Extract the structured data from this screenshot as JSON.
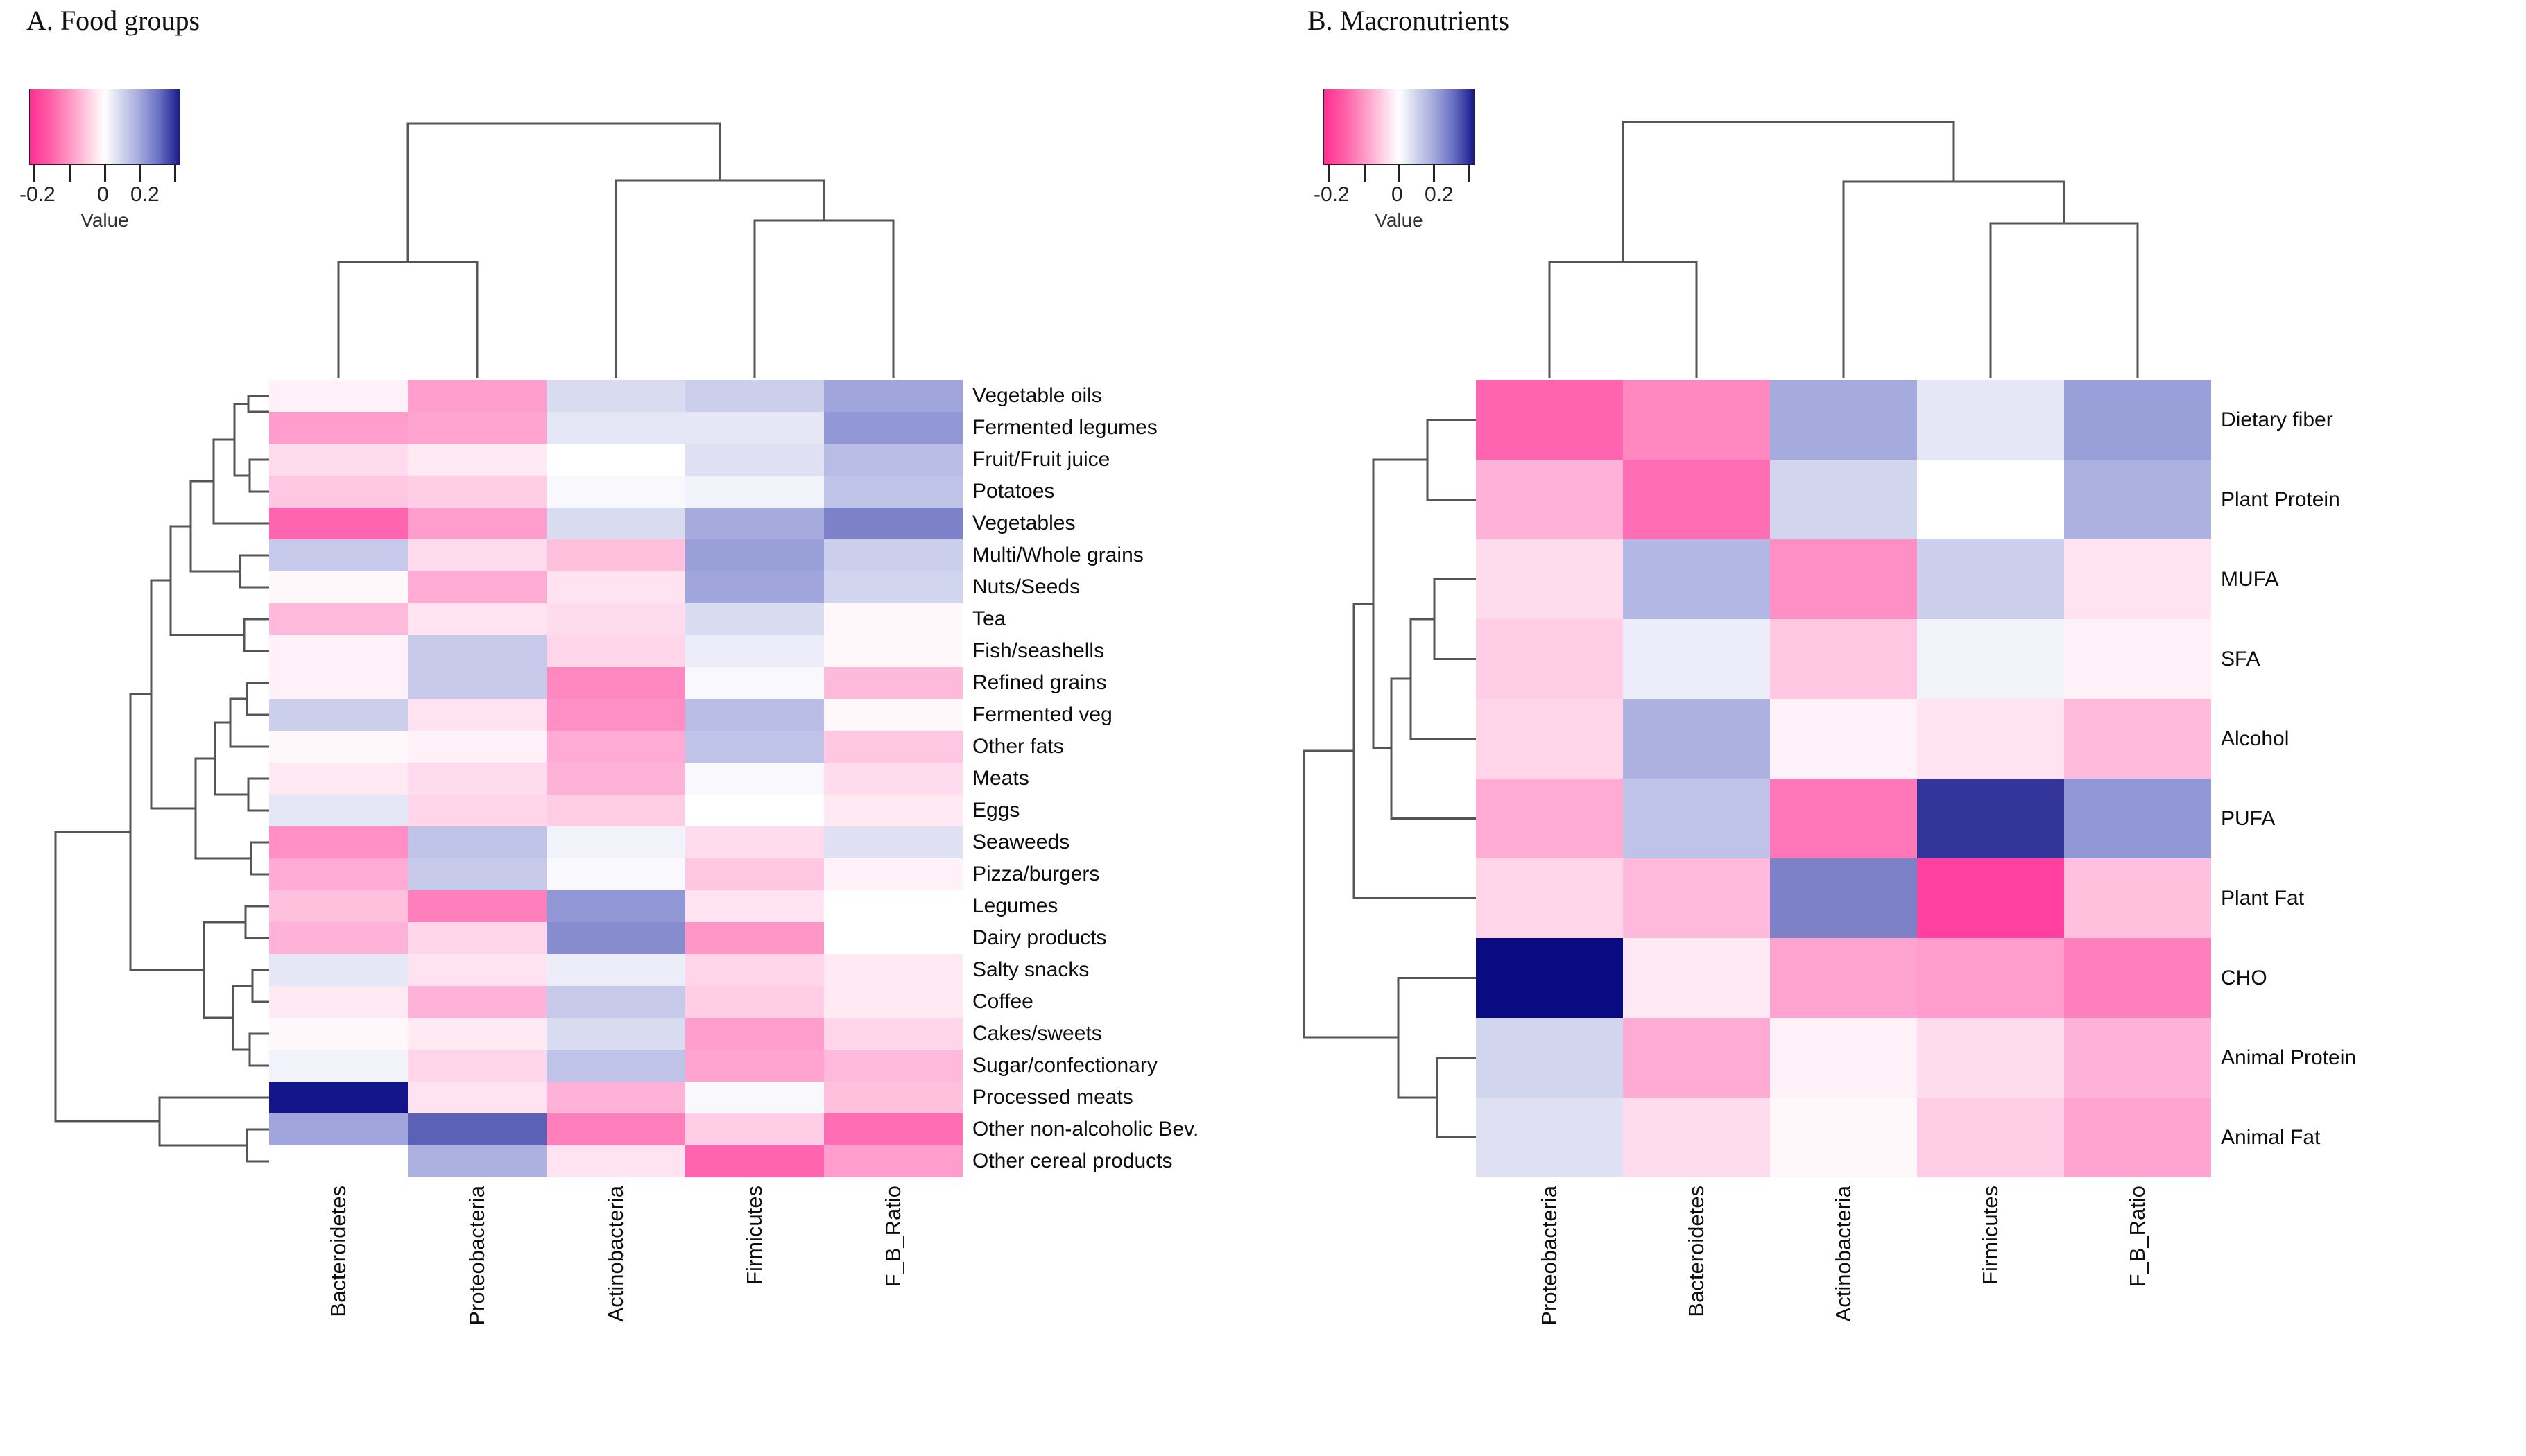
{
  "figure": {
    "legend_ticklabels": [
      "-0.2",
      "0",
      "0.2"
    ],
    "legend_value_label": "Value",
    "colors": {
      "negative_max": "#ff2f92",
      "zero": "#ffffff",
      "positive_max": "#1b1b8f",
      "dendrogram_line": "#555555"
    }
  },
  "panels": [
    {
      "id": "A",
      "title": "A. Food groups"
    },
    {
      "id": "B",
      "title": "B. Macronutrients"
    }
  ],
  "chart_data": [
    {
      "type": "heatmap",
      "title": "A. Food groups",
      "panel": "A",
      "xlabel": "",
      "ylabel": "",
      "legend_position": "top-left",
      "colorbar_label": "Value",
      "colorbar_ticks": [
        "-0.2",
        "0",
        "0.2"
      ],
      "zlim": [
        -0.3,
        0.3
      ],
      "grid": false,
      "columns": [
        "Bacteroidetes",
        "Proteobacteria",
        "Actinobacteria",
        "Firmicutes",
        "F_B_Ratio"
      ],
      "rows": [
        "Vegetable oils",
        "Fermented legumes",
        "Fruit/Fruit juice",
        "Potatoes",
        "Vegetables",
        "Multi/Whole grains",
        "Nuts/Seeds",
        "Tea",
        "Fish/seashells",
        "Refined grains",
        "Fermented veg",
        "Other fats",
        "Meats",
        "Eggs",
        "Seaweeds",
        "Pizza/burgers",
        "Legumes",
        "Dairy products",
        "Salty snacks",
        "Coffee",
        "Cakes/sweets",
        "Sugar/confectionary",
        "Processed meats",
        "Other non-alcoholic Bev.",
        "Other cereal products"
      ],
      "values": [
        [
          -0.02,
          -0.14,
          0.06,
          0.08,
          0.15
        ],
        [
          -0.14,
          -0.13,
          0.04,
          0.04,
          0.17
        ],
        [
          -0.05,
          -0.03,
          0.0,
          0.05,
          0.11
        ],
        [
          -0.08,
          -0.07,
          0.01,
          0.02,
          0.1
        ],
        [
          -0.21,
          -0.14,
          0.06,
          0.14,
          0.19
        ],
        [
          0.09,
          -0.05,
          -0.09,
          0.16,
          0.08
        ],
        [
          -0.01,
          -0.12,
          -0.04,
          0.15,
          0.07
        ],
        [
          -0.1,
          -0.04,
          -0.05,
          0.06,
          -0.01
        ],
        [
          -0.02,
          0.09,
          -0.06,
          0.03,
          -0.01
        ],
        [
          -0.02,
          0.09,
          -0.17,
          0.01,
          -0.1
        ],
        [
          0.08,
          -0.04,
          -0.16,
          0.11,
          -0.01
        ],
        [
          -0.01,
          -0.02,
          -0.12,
          0.1,
          -0.08
        ],
        [
          -0.03,
          -0.05,
          -0.11,
          0.01,
          -0.05
        ],
        [
          0.04,
          -0.06,
          -0.07,
          0.0,
          -0.03
        ],
        [
          -0.16,
          0.1,
          0.02,
          -0.05,
          0.05
        ],
        [
          -0.12,
          0.09,
          0.01,
          -0.08,
          -0.02
        ],
        [
          -0.09,
          -0.18,
          0.17,
          -0.04,
          0.0
        ],
        [
          -0.11,
          -0.06,
          0.18,
          -0.15,
          0.0
        ],
        [
          0.04,
          -0.04,
          0.03,
          -0.06,
          -0.03
        ],
        [
          -0.03,
          -0.11,
          0.09,
          -0.07,
          -0.03
        ],
        [
          -0.01,
          -0.03,
          0.06,
          -0.14,
          -0.06
        ],
        [
          0.02,
          -0.06,
          0.1,
          -0.13,
          -0.1
        ],
        [
          0.29,
          -0.04,
          -0.11,
          0.01,
          -0.09
        ],
        [
          0.15,
          0.22,
          -0.18,
          -0.07,
          -0.2
        ],
        [
          0.0,
          0.13,
          -0.04,
          -0.21,
          -0.14
        ]
      ],
      "row_dendrogram": true,
      "column_dendrogram": true
    },
    {
      "type": "heatmap",
      "title": "B. Macronutrients",
      "panel": "B",
      "xlabel": "",
      "ylabel": "",
      "legend_position": "top-left",
      "colorbar_label": "Value",
      "colorbar_ticks": [
        "-0.2",
        "0",
        "0.2"
      ],
      "zlim": [
        -0.3,
        0.3
      ],
      "grid": false,
      "columns": [
        "Proteobacteria",
        "Bacteroidetes",
        "Actinobacteria",
        "Firmicutes",
        "F_B_Ratio"
      ],
      "rows": [
        "Dietary fiber",
        "Plant Protein",
        "MUFA",
        "SFA",
        "Alcohol",
        "PUFA",
        "Plant Fat",
        "CHO",
        "Animal Protein",
        "Animal Fat"
      ],
      "values": [
        [
          -0.21,
          -0.17,
          0.14,
          0.04,
          0.16
        ],
        [
          -0.11,
          -0.2,
          0.07,
          0.0,
          0.13
        ],
        [
          -0.05,
          0.12,
          -0.16,
          0.08,
          -0.04
        ],
        [
          -0.07,
          0.03,
          -0.08,
          0.02,
          -0.02
        ],
        [
          -0.06,
          0.13,
          -0.02,
          -0.04,
          -0.1
        ],
        [
          -0.12,
          0.1,
          -0.19,
          0.26,
          0.17
        ],
        [
          -0.06,
          -0.1,
          0.19,
          -0.25,
          -0.09
        ],
        [
          0.3,
          -0.03,
          -0.13,
          -0.14,
          -0.18
        ],
        [
          0.07,
          -0.12,
          -0.02,
          -0.05,
          -0.11
        ],
        [
          0.05,
          -0.05,
          -0.01,
          -0.07,
          -0.13
        ]
      ],
      "row_dendrogram": true,
      "column_dendrogram": true
    }
  ]
}
